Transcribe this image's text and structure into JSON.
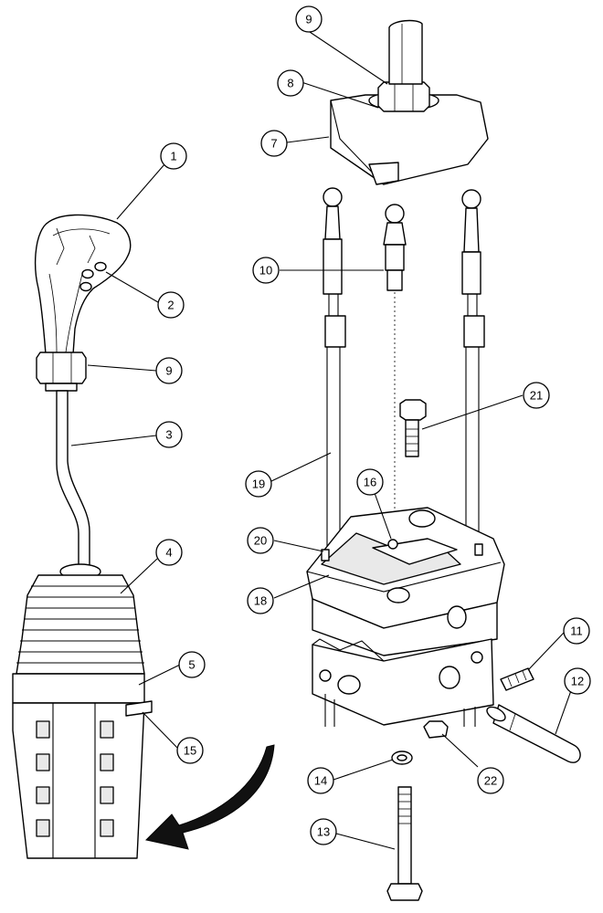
{
  "callouts": [
    {
      "id": "c1",
      "label": "1"
    },
    {
      "id": "c2",
      "label": "2"
    },
    {
      "id": "c9a",
      "label": "9"
    },
    {
      "id": "c3",
      "label": "3"
    },
    {
      "id": "c4",
      "label": "4"
    },
    {
      "id": "c5",
      "label": "5"
    },
    {
      "id": "c15",
      "label": "15"
    },
    {
      "id": "c9b",
      "label": "9"
    },
    {
      "id": "c8",
      "label": "8"
    },
    {
      "id": "c7",
      "label": "7"
    },
    {
      "id": "c10",
      "label": "10"
    },
    {
      "id": "c21",
      "label": "21"
    },
    {
      "id": "c19",
      "label": "19"
    },
    {
      "id": "c16",
      "label": "16"
    },
    {
      "id": "c20",
      "label": "20"
    },
    {
      "id": "c18",
      "label": "18"
    },
    {
      "id": "c11",
      "label": "11"
    },
    {
      "id": "c12",
      "label": "12"
    },
    {
      "id": "c14",
      "label": "14"
    },
    {
      "id": "c22",
      "label": "22"
    },
    {
      "id": "c13",
      "label": "13"
    }
  ]
}
